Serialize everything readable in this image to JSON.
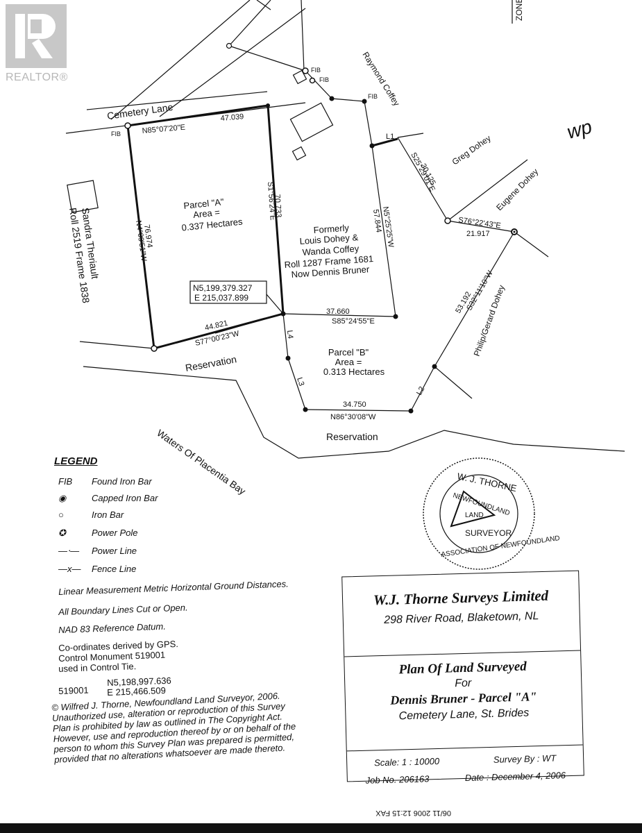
{
  "watermark": {
    "text": "REALTOR®"
  },
  "zone_label": "ZONE",
  "roads": {
    "cemetery_lane": "Cemetery Lane",
    "reservation_left": "Reservation",
    "reservation_bottom": "Reservation",
    "waters": "Waters Of Placentia Bay"
  },
  "neighbors": {
    "sandra": "Sandra Theriault",
    "sandra_roll": "Roll 2519 Frame 1838",
    "raymond": "Raymond Coffey",
    "greg": "Greg Dohey",
    "eugene": "Eugene Dohey",
    "philip": "Philip/Gerard Dohey",
    "formerly": [
      "Formerly",
      "Louis Dohey &",
      "Wanda Coffey",
      "Roll 1287 Frame 1681",
      "Now Dennis Bruner"
    ]
  },
  "parcels": {
    "a": {
      "name": "Parcel \"A\"",
      "area_label": "Area =",
      "area": "0.337 Hectares"
    },
    "b": {
      "name": "Parcel \"B\"",
      "area_label": "Area =",
      "area": "0.313 Hectares"
    }
  },
  "bearings": {
    "north_dist": "47.039",
    "north_bearing": "N85°07'20\"E",
    "west_dist": "76.974",
    "west_bearing": "N4°09'51\"W",
    "east_dist": "70.733",
    "east_bearing": "S1°56'24\"E",
    "south_dist": "44.821",
    "south_bearing": "S77°00'23\"W",
    "b_north_dist": "37.660",
    "b_north_bearing": "S85°24'55\"E",
    "b_south_dist": "34.750",
    "b_south_bearing": "N86°30'08\"W",
    "line_57_dist": "57.844",
    "line_57_bearing": "N5°25'25\"W",
    "line_30_dist": "30.125",
    "line_30_bearing": "S25°29'01\"E",
    "line_21_dist": "21.917",
    "line_21_bearing": "S76°22'43\"E",
    "line_53_dist": "53.192",
    "line_53_bearing": "S32°11'10\"W",
    "l1": "L1",
    "l2": "L2",
    "l3": "L3",
    "l4": "L4"
  },
  "coordinates": {
    "n": "N5,199,379.327",
    "e": "E 215,037.899"
  },
  "fib": "FIB",
  "legend": {
    "title": "LEGEND",
    "items": [
      {
        "symbol": "FIB",
        "label": "Found Iron Bar"
      },
      {
        "symbol": "capped",
        "label": "Capped Iron Bar"
      },
      {
        "symbol": "iron",
        "label": "Iron Bar"
      },
      {
        "symbol": "pole",
        "label": "Power Pole"
      },
      {
        "symbol": "powerline",
        "label": "Power Line"
      },
      {
        "symbol": "fence",
        "label": "Fence Line"
      }
    ]
  },
  "notes": {
    "measure": "Linear Measurement Metric Horizontal Ground Distances.",
    "boundary": "All Boundary Lines Cut or Open.",
    "datum": "NAD 83 Reference Datum.",
    "gps1": "Co-ordinates derived by GPS.",
    "gps2": "Control Monument 519001",
    "gps3": "used in Control Tie.",
    "monument_id": "519001",
    "monument_n": "N5,198,997.636",
    "monument_e": "E 215,466.509"
  },
  "copyright": "© Wilfred J. Thorne, Newfoundland Land Surveyor, 2006. Unauthorized use, alteration or reproduction of this Survey Plan is prohibited by law as outlined in The Copyright Act. However, use and reproduction thereof by or on behalf of the person to whom this Survey Plan was prepared is permitted, provided that no alterations whatsoever are made thereto.",
  "title_block": {
    "company": "W.J. Thorne Surveys Limited",
    "address": "298 River Road, Blaketown, NL",
    "plan": "Plan Of Land Surveyed",
    "for": "For",
    "client": "Dennis Bruner - Parcel \"A\"",
    "location": "Cemetery Lane, St. Brides",
    "scale": "Scale: 1 : 10000",
    "survey_by": "Survey By : WT",
    "job": "Job No. 206163",
    "date": "Date : December 4, 2006"
  },
  "seal": {
    "outer": "W. J. THORNE",
    "middle": "NEWFOUNDLAND",
    "center": "LAND",
    "bottom": "SURVEYOR",
    "ring": "ASSOCIATION OF NEWFOUNDLAND"
  },
  "signature": "wp",
  "footer_mirror": "06/11 2006 12:15 FAX"
}
